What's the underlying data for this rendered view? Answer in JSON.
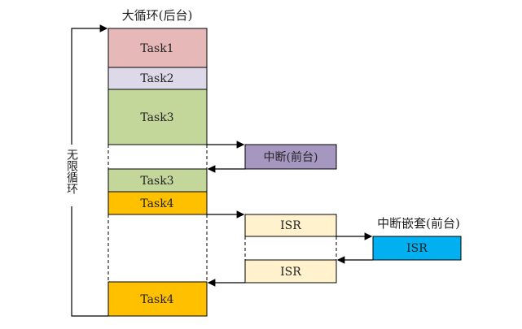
{
  "title": "大循环(后台)",
  "loop_label": "无限循环",
  "tasks": [
    "Task1",
    "Task2",
    "Task3",
    "Task3",
    "Task4",
    "Task4"
  ],
  "interrupt_label": "中断(前台)",
  "nested_label": "中断嵌套(前台)",
  "isr_label": "ISR",
  "colors": {
    "task1": "#e6b8b7",
    "task2": "#ddd9e8",
    "task3": "#c4d79b",
    "task4": "#ffc000",
    "interrupt": "#a697c1",
    "isr": "#fff2cc",
    "nested_isr": "#00b0f0"
  }
}
